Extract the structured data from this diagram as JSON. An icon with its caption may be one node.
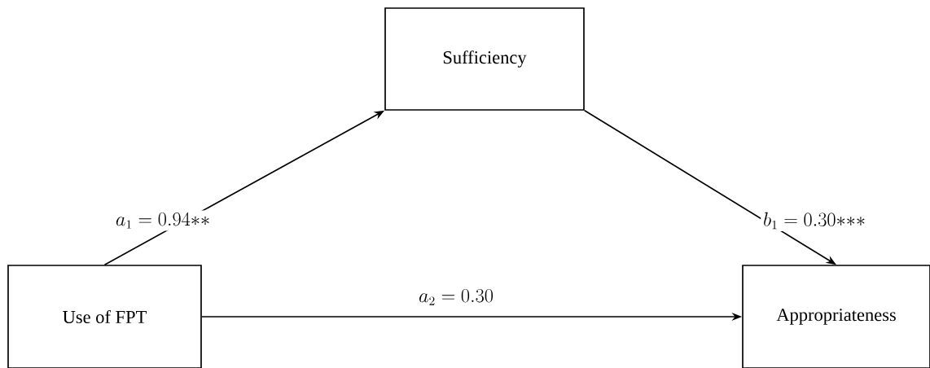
{
  "diagram": {
    "nodes": [
      {
        "text": [
          "Sufficiency"
        ]
      },
      {
        "text": [
          "Use of FPT"
        ]
      },
      {
        "text": [
          "Appropriateness"
        ]
      }
    ],
    "edges": [
      {
        "from": 1,
        "to": 0,
        "arrow": "to",
        "label": "a_1 = 0.94{*}{*}"
      },
      {
        "from": 0,
        "to": 2,
        "arrow": "to",
        "label": "b_1 = 0.30{*}{*}{*}"
      },
      {
        "from": 1,
        "to": 2,
        "arrow": "to",
        "label": "a_2 = 0.30"
      }
    ]
  }
}
